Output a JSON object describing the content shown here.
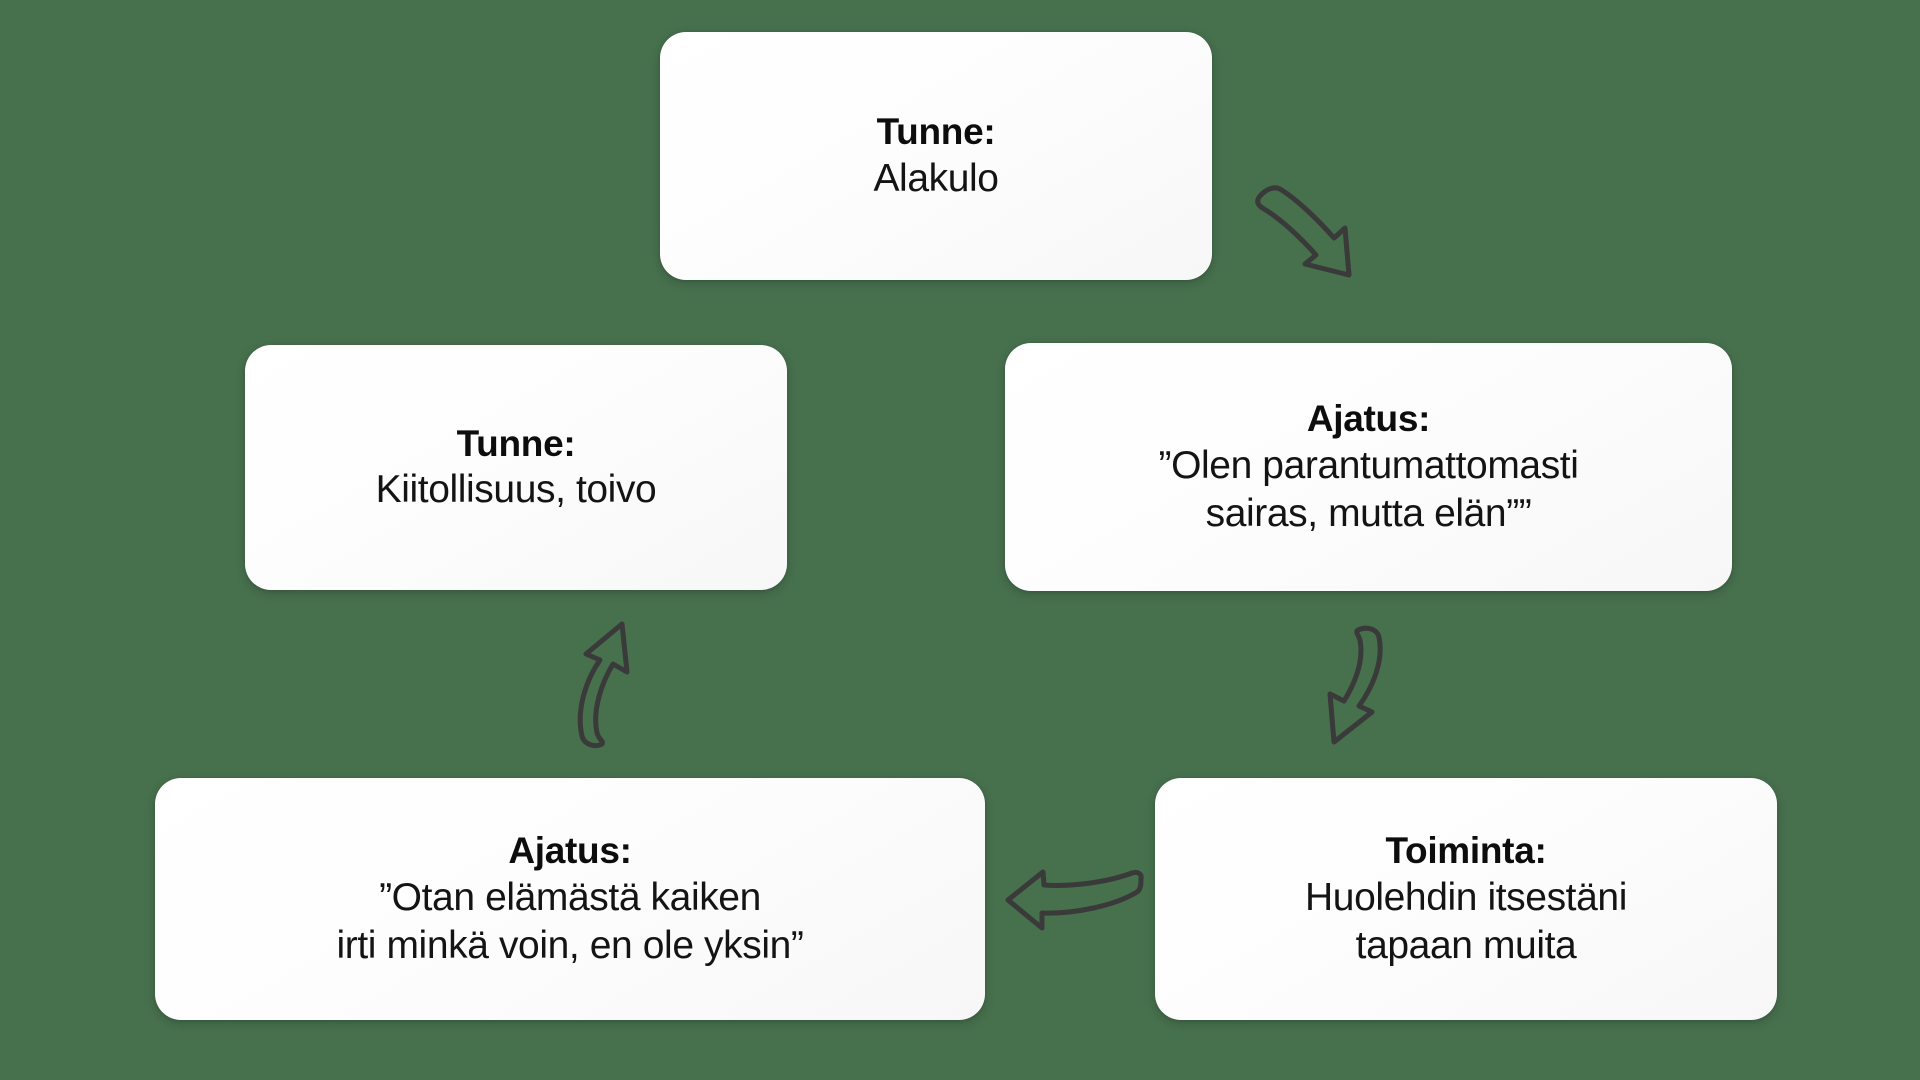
{
  "background_color": "#47704d",
  "card_color": "#ffffff",
  "text_color": "#111111",
  "arrow_color": "#3a3a3a",
  "diagram": {
    "type": "cycle-diagram",
    "language": "fi",
    "nodes": [
      {
        "id": "tunne-alakulo",
        "title": "Tunne:",
        "body": "Alakulo"
      },
      {
        "id": "ajatus-sairas",
        "title": "Ajatus:",
        "body_line1": "”Olen parantumattomasti",
        "body_line2": "sairas, mutta elän””"
      },
      {
        "id": "toiminta",
        "title": "Toiminta:",
        "body_line1": "Huolehdin itsestäni",
        "body_line2": "tapaan muita"
      },
      {
        "id": "ajatus-otan",
        "title": "Ajatus:",
        "body_line1": "”Otan elämästä kaiken",
        "body_line2": "irti minkä voin, en ole yksin”"
      },
      {
        "id": "tunne-kiitollisuus",
        "title": "Tunne:",
        "body": "Kiitollisuus, toivo"
      }
    ],
    "arrows": [
      {
        "id": "arrow-top-right",
        "icon": "arrow-down-right-icon",
        "from": "tunne-alakulo",
        "to": "ajatus-sairas"
      },
      {
        "id": "arrow-right-down",
        "icon": "arrow-down-icon",
        "from": "ajatus-sairas",
        "to": "toiminta"
      },
      {
        "id": "arrow-bottom-left",
        "icon": "arrow-left-icon",
        "from": "toiminta",
        "to": "ajatus-otan"
      },
      {
        "id": "arrow-left-up",
        "icon": "arrow-up-icon",
        "from": "ajatus-otan",
        "to": "tunne-kiitollisuus"
      }
    ]
  }
}
